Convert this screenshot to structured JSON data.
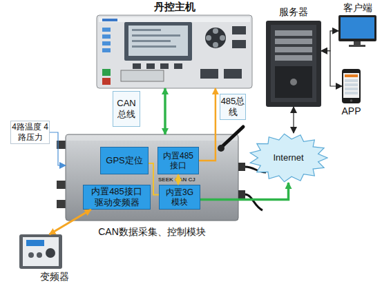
{
  "diagram": {
    "nodes": [
      {
        "text": [
          "丹控主机"
        ]
      },
      {
        "text": [
          "服务器"
        ]
      },
      {
        "text": [
          "客户端"
        ]
      },
      {
        "text": [
          "APP"
        ]
      },
      {
        "text": [
          "4路温度 4路压力"
        ]
      },
      {
        "text": [
          "Internet"
        ]
      },
      {
        "text": [
          "SEEK CAN CJ",
          "CAN数据采集、控制模块"
        ]
      },
      {
        "text": [
          "GPS定位"
        ],
        "in": 6
      },
      {
        "text": [
          "内置485接口"
        ],
        "in": 6
      },
      {
        "text": [
          "内置485接口驱动变频器"
        ],
        "in": 6
      },
      {
        "text": [
          "内置3G模块"
        ],
        "in": 6
      },
      {
        "text": [
          "变频器"
        ]
      }
    ],
    "edges": [
      {
        "from": 0,
        "to": 6,
        "arrow": "both",
        "label": "CAN 总线"
      },
      {
        "from": 8,
        "to": 0,
        "arrow": "to",
        "label": "485总线"
      },
      {
        "from": 8,
        "to": 10,
        "arrow": "both"
      },
      {
        "from": 7,
        "to": 10,
        "arrow": "none"
      },
      {
        "from": 10,
        "to": 5,
        "arrow": "to"
      },
      {
        "from": 9,
        "to": 11,
        "arrow": "both"
      },
      {
        "from": 4,
        "to": 6,
        "arrow": "to"
      },
      {
        "from": 1,
        "to": 5,
        "arrow": "both"
      },
      {
        "from": 1,
        "to": 2,
        "arrow": "both"
      },
      {
        "from": 1,
        "to": 3,
        "arrow": "both"
      }
    ]
  }
}
